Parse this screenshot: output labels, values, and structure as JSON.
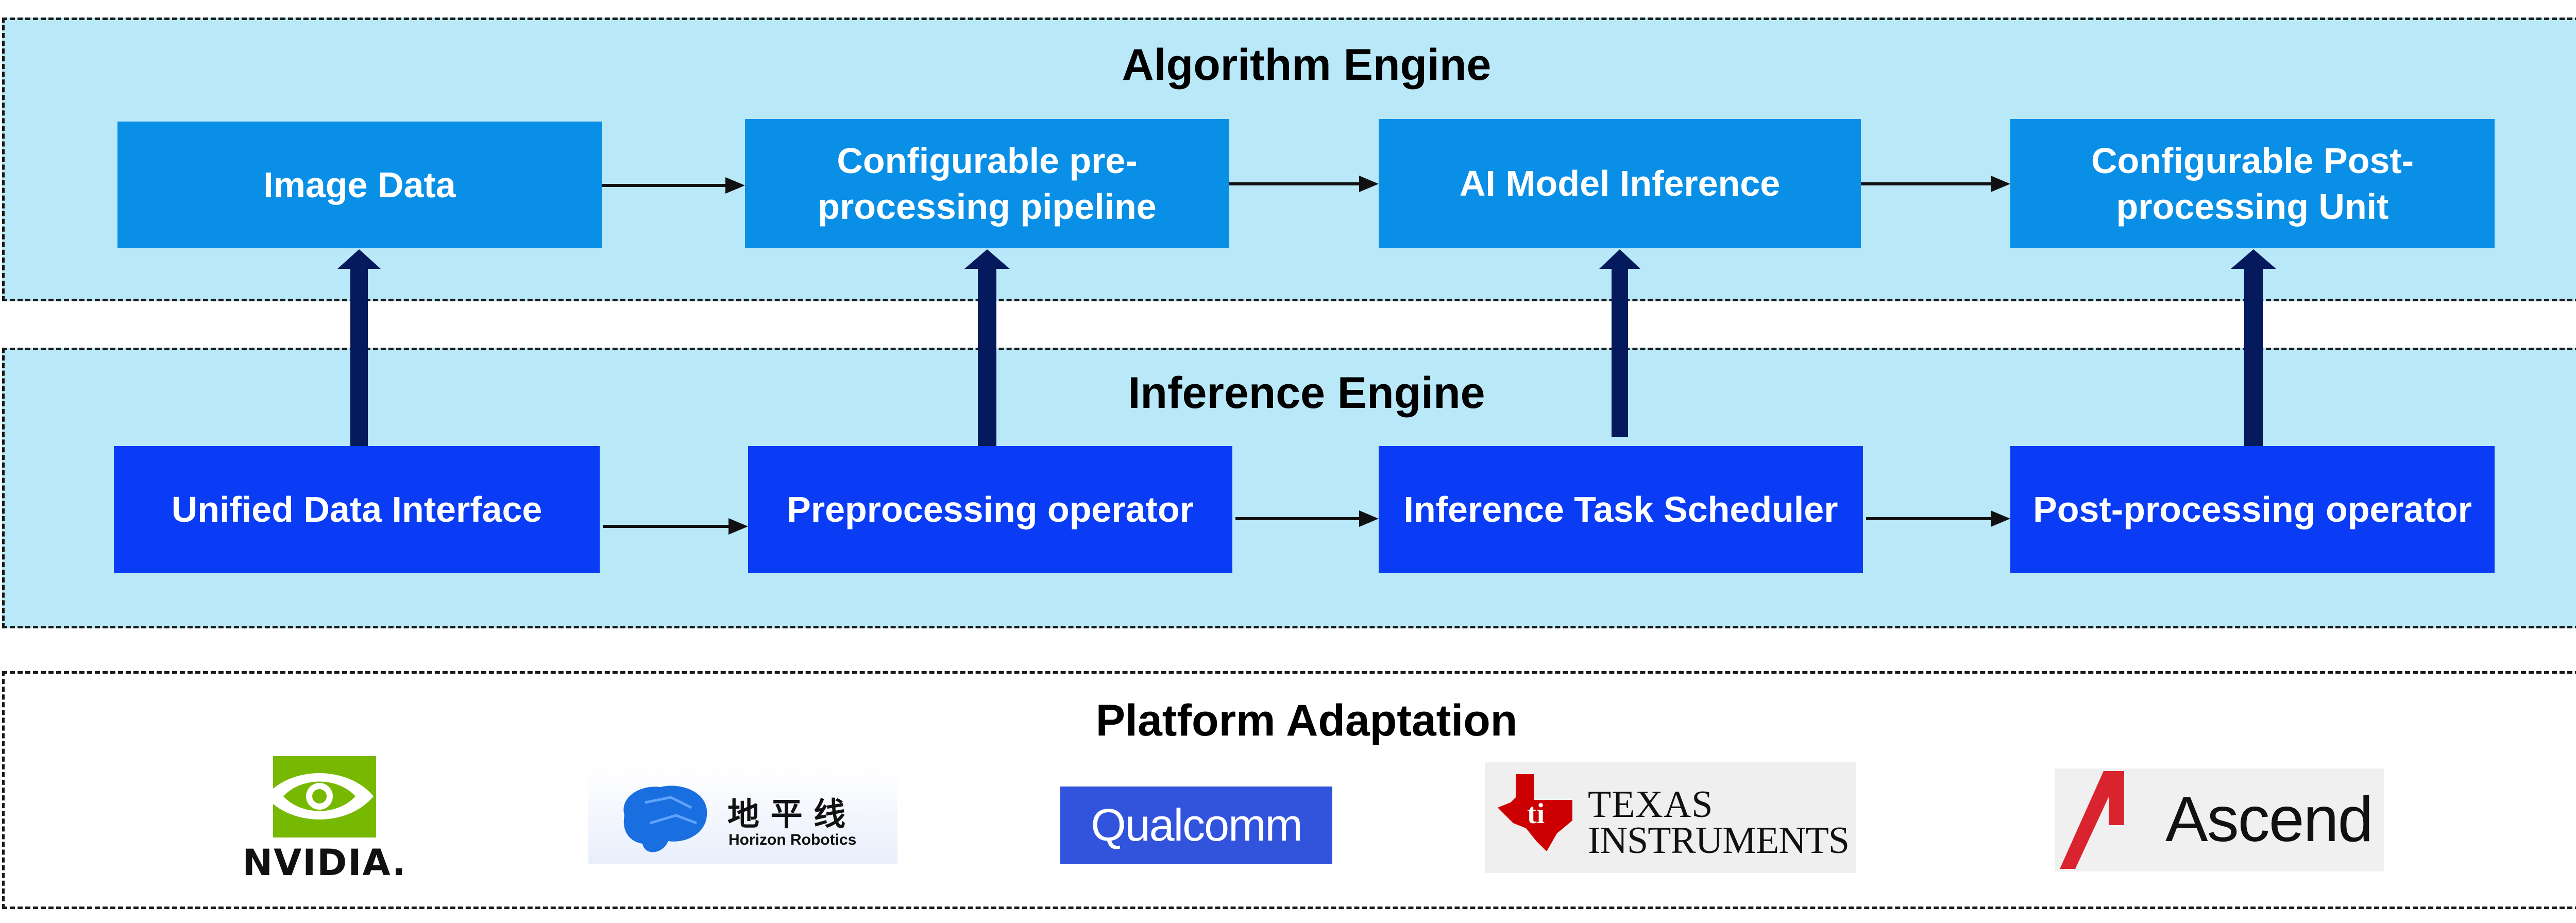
{
  "layers": {
    "algorithm": {
      "title": "Algorithm Engine",
      "boxes": [
        "Image Data",
        "Configurable pre-processing pipeline",
        "AI Model Inference",
        "Configurable Post-processing Unit"
      ]
    },
    "inference": {
      "title": "Inference Engine",
      "boxes": [
        "Unified Data Interface",
        "Preprocessing operator",
        "Inference Task Scheduler",
        "Post-processing operator"
      ]
    },
    "platform": {
      "title": "Platform Adaptation",
      "logos": {
        "nvidia": "NVIDIA.",
        "horizon_cn": "地 平 线",
        "horizon_en": "Horizon Robotics",
        "qualcomm": "Qualcomm",
        "ti_line1": "TEXAS",
        "ti_line2": "INSTRUMENTS",
        "ascend": "Ascend"
      }
    }
  },
  "colors": {
    "layer_fill": "#b9e8f8",
    "algorithm_box": "#0a8fe6",
    "inference_box": "#0a3cf5",
    "up_arrow": "#041a5c",
    "nvidia_green": "#76b900",
    "horizon_blue": "#1a6fe0",
    "qualcomm_blue": "#3253dc",
    "ti_red": "#cc0000",
    "ascend_red": "#d9232e"
  }
}
